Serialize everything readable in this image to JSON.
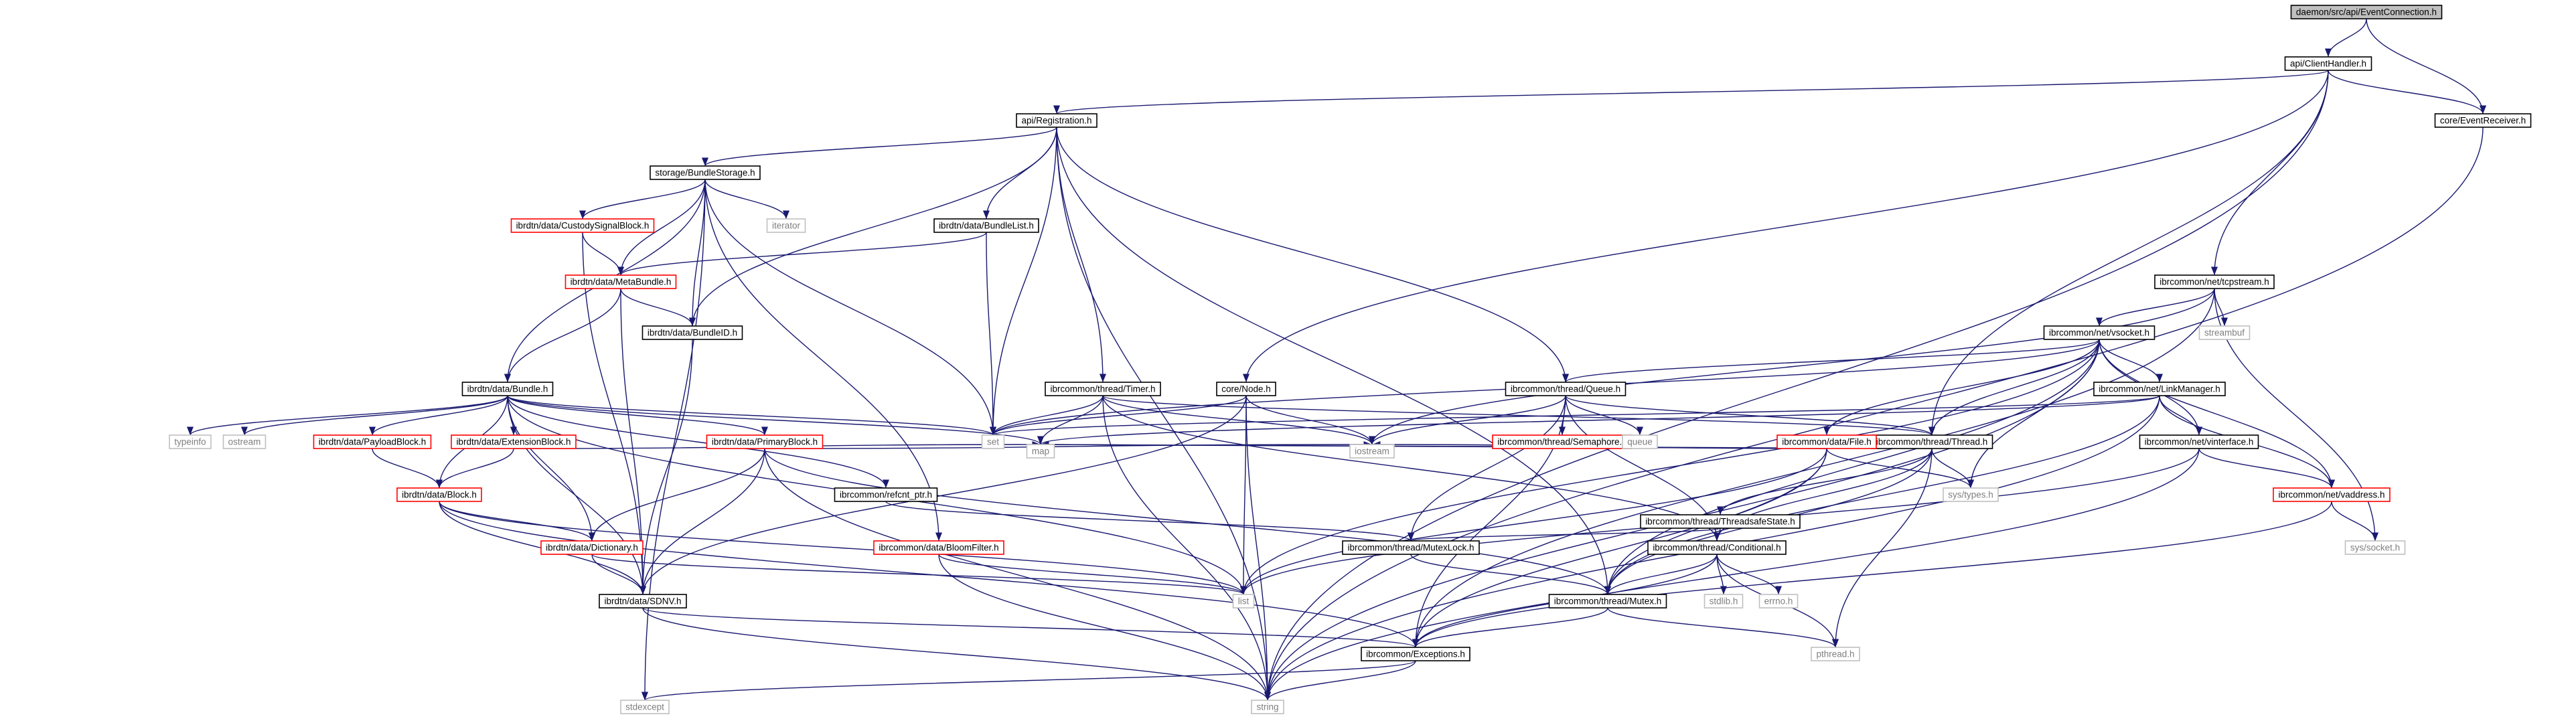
{
  "colors": {
    "edge": "#191970",
    "box_border": "#000000",
    "box_border_truncated": "#ff0000",
    "box_fill": "#ffffff",
    "root_fill": "#bfbfbf",
    "external_border": "#bfbfbf",
    "external_text": "#7f7f7f",
    "text": "#000000"
  },
  "nodes": [
    {
      "id": "root",
      "label": "daemon/src/api/EventConnection.h",
      "style": "root"
    },
    {
      "id": "clienthandler",
      "label": "api/ClientHandler.h",
      "style": "normal"
    },
    {
      "id": "registration",
      "label": "api/Registration.h",
      "style": "normal"
    },
    {
      "id": "eventreceiver",
      "label": "core/EventReceiver.h",
      "style": "normal"
    },
    {
      "id": "bundlestorage",
      "label": "storage/BundleStorage.h",
      "style": "normal"
    },
    {
      "id": "custodysignal",
      "label": "ibrdtn/data/CustodySignalBlock.h",
      "style": "truncated"
    },
    {
      "id": "iterator",
      "label": "iterator",
      "style": "external"
    },
    {
      "id": "bundlelist",
      "label": "ibrdtn/data/BundleList.h",
      "style": "normal"
    },
    {
      "id": "metabundle",
      "label": "ibrdtn/data/MetaBundle.h",
      "style": "truncated"
    },
    {
      "id": "tcpstream",
      "label": "ibrcommon/net/tcpstream.h",
      "style": "normal"
    },
    {
      "id": "streambuf",
      "label": "streambuf",
      "style": "external"
    },
    {
      "id": "bundleid",
      "label": "ibrdtn/data/BundleID.h",
      "style": "normal"
    },
    {
      "id": "vsocket",
      "label": "ibrcommon/net/vsocket.h",
      "style": "normal"
    },
    {
      "id": "bundle",
      "label": "ibrdtn/data/Bundle.h",
      "style": "normal"
    },
    {
      "id": "timer",
      "label": "ibrcommon/thread/Timer.h",
      "style": "normal"
    },
    {
      "id": "node",
      "label": "core/Node.h",
      "style": "normal"
    },
    {
      "id": "queue",
      "label": "ibrcommon/thread/Queue.h",
      "style": "normal"
    },
    {
      "id": "linkmanager",
      "label": "ibrcommon/net/LinkManager.h",
      "style": "normal"
    },
    {
      "id": "typeinfo",
      "label": "typeinfo",
      "style": "external"
    },
    {
      "id": "ostream",
      "label": "ostream",
      "style": "external"
    },
    {
      "id": "payloadblock",
      "label": "ibrdtn/data/PayloadBlock.h",
      "style": "truncated"
    },
    {
      "id": "extensionblock",
      "label": "ibrdtn/data/ExtensionBlock.h",
      "style": "truncated"
    },
    {
      "id": "primaryblock",
      "label": "ibrdtn/data/PrimaryBlock.h",
      "style": "truncated"
    },
    {
      "id": "set",
      "label": "set",
      "style": "external"
    },
    {
      "id": "semaphore",
      "label": "ibrcommon/thread/Semaphore.h",
      "style": "truncated"
    },
    {
      "id": "queuestd",
      "label": "queue",
      "style": "external"
    },
    {
      "id": "thread",
      "label": "ibrcommon/thread/Thread.h",
      "style": "normal"
    },
    {
      "id": "vinterface",
      "label": "ibrcommon/net/vinterface.h",
      "style": "normal"
    },
    {
      "id": "file",
      "label": "ibrcommon/data/File.h",
      "style": "truncated"
    },
    {
      "id": "map",
      "label": "map",
      "style": "external"
    },
    {
      "id": "iostream",
      "label": "iostream",
      "style": "external"
    },
    {
      "id": "block",
      "label": "ibrdtn/data/Block.h",
      "style": "truncated"
    },
    {
      "id": "refcnt",
      "label": "ibrcommon/refcnt_ptr.h",
      "style": "normal"
    },
    {
      "id": "systypes",
      "label": "sys/types.h",
      "style": "external"
    },
    {
      "id": "vaddress",
      "label": "ibrcommon/net/vaddress.h",
      "style": "truncated"
    },
    {
      "id": "threadsafe",
      "label": "ibrcommon/thread/ThreadsafeState.h",
      "style": "normal"
    },
    {
      "id": "dictionary",
      "label": "ibrdtn/data/Dictionary.h",
      "style": "truncated"
    },
    {
      "id": "bloomfilter",
      "label": "ibrcommon/data/BloomFilter.h",
      "style": "truncated"
    },
    {
      "id": "mutexlock",
      "label": "ibrcommon/thread/MutexLock.h",
      "style": "normal"
    },
    {
      "id": "conditional",
      "label": "ibrcommon/thread/Conditional.h",
      "style": "normal"
    },
    {
      "id": "syssocket",
      "label": "sys/socket.h",
      "style": "external"
    },
    {
      "id": "list",
      "label": "list",
      "style": "external"
    },
    {
      "id": "sdnv",
      "label": "ibrdtn/data/SDNV.h",
      "style": "normal"
    },
    {
      "id": "mutex",
      "label": "ibrcommon/thread/Mutex.h",
      "style": "normal"
    },
    {
      "id": "stdlib",
      "label": "stdlib.h",
      "style": "external"
    },
    {
      "id": "errno",
      "label": "errno.h",
      "style": "external"
    },
    {
      "id": "exceptions",
      "label": "ibrcommon/Exceptions.h",
      "style": "normal"
    },
    {
      "id": "pthread",
      "label": "pthread.h",
      "style": "external"
    },
    {
      "id": "stdexcept",
      "label": "stdexcept",
      "style": "external"
    },
    {
      "id": "string",
      "label": "string",
      "style": "external"
    }
  ],
  "edges": [
    [
      "root",
      "clienthandler"
    ],
    [
      "root",
      "eventreceiver"
    ],
    [
      "clienthandler",
      "registration"
    ],
    [
      "clienthandler",
      "eventreceiver"
    ],
    [
      "clienthandler",
      "node"
    ],
    [
      "clienthandler",
      "tcpstream"
    ],
    [
      "clienthandler",
      "thread"
    ],
    [
      "clienthandler",
      "string"
    ],
    [
      "registration",
      "bundlestorage"
    ],
    [
      "registration",
      "bundlelist"
    ],
    [
      "registration",
      "bundleid"
    ],
    [
      "registration",
      "timer"
    ],
    [
      "registration",
      "queue"
    ],
    [
      "registration",
      "set"
    ],
    [
      "registration",
      "mutex"
    ],
    [
      "registration",
      "string"
    ],
    [
      "bundlestorage",
      "custodysignal"
    ],
    [
      "bundlestorage",
      "metabundle"
    ],
    [
      "bundlestorage",
      "iterator"
    ],
    [
      "bundlestorage",
      "bundleid"
    ],
    [
      "bundlestorage",
      "bundle"
    ],
    [
      "bundlestorage",
      "set"
    ],
    [
      "bundlestorage",
      "bloomfilter"
    ],
    [
      "bundlestorage",
      "stdexcept"
    ],
    [
      "custodysignal",
      "metabundle"
    ],
    [
      "custodysignal",
      "sdnv"
    ],
    [
      "bundlelist",
      "metabundle"
    ],
    [
      "bundlelist",
      "set"
    ],
    [
      "metabundle",
      "bundleid"
    ],
    [
      "metabundle",
      "bundle"
    ],
    [
      "metabundle",
      "sdnv"
    ],
    [
      "bundleid",
      "sdnv"
    ],
    [
      "tcpstream",
      "vsocket"
    ],
    [
      "tcpstream",
      "streambuf"
    ],
    [
      "tcpstream",
      "syssocket"
    ],
    [
      "tcpstream",
      "iostream"
    ],
    [
      "tcpstream",
      "exceptions"
    ],
    [
      "vsocket",
      "linkmanager"
    ],
    [
      "vsocket",
      "vinterface"
    ],
    [
      "vsocket",
      "vaddress"
    ],
    [
      "vsocket",
      "queue"
    ],
    [
      "vsocket",
      "thread"
    ],
    [
      "vsocket",
      "file"
    ],
    [
      "vsocket",
      "set"
    ],
    [
      "vsocket",
      "systypes"
    ],
    [
      "vsocket",
      "list"
    ],
    [
      "vsocket",
      "mutex"
    ],
    [
      "vsocket",
      "string"
    ],
    [
      "bundle",
      "typeinfo"
    ],
    [
      "bundle",
      "ostream"
    ],
    [
      "bundle",
      "payloadblock"
    ],
    [
      "bundle",
      "extensionblock"
    ],
    [
      "bundle",
      "primaryblock"
    ],
    [
      "bundle",
      "set"
    ],
    [
      "bundle",
      "map"
    ],
    [
      "bundle",
      "block"
    ],
    [
      "bundle",
      "dictionary"
    ],
    [
      "bundle",
      "refcnt"
    ],
    [
      "bundle",
      "sdnv"
    ],
    [
      "bundle",
      "list"
    ],
    [
      "timer",
      "thread"
    ],
    [
      "timer",
      "set"
    ],
    [
      "timer",
      "map"
    ],
    [
      "timer",
      "iostream"
    ],
    [
      "timer",
      "conditional"
    ],
    [
      "timer",
      "string"
    ],
    [
      "node",
      "set"
    ],
    [
      "node",
      "iostream"
    ],
    [
      "node",
      "list"
    ],
    [
      "node",
      "sdnv"
    ],
    [
      "node",
      "string"
    ],
    [
      "queue",
      "semaphore"
    ],
    [
      "queue",
      "queuestd"
    ],
    [
      "queue",
      "thread"
    ],
    [
      "queue",
      "iostream"
    ],
    [
      "queue",
      "mutexlock"
    ],
    [
      "queue",
      "conditional"
    ],
    [
      "queue",
      "exceptions"
    ],
    [
      "linkmanager",
      "vinterface"
    ],
    [
      "linkmanager",
      "vaddress"
    ],
    [
      "linkmanager",
      "set"
    ],
    [
      "linkmanager",
      "map"
    ],
    [
      "linkmanager",
      "mutex"
    ],
    [
      "linkmanager",
      "string"
    ],
    [
      "payloadblock",
      "block"
    ],
    [
      "extensionblock",
      "block"
    ],
    [
      "extensionblock",
      "map"
    ],
    [
      "primaryblock",
      "dictionary"
    ],
    [
      "primaryblock",
      "sdnv"
    ],
    [
      "primaryblock",
      "iostream"
    ],
    [
      "primaryblock",
      "mutex"
    ],
    [
      "primaryblock",
      "string"
    ],
    [
      "thread",
      "map"
    ],
    [
      "thread",
      "systypes"
    ],
    [
      "thread",
      "threadsafe"
    ],
    [
      "thread",
      "conditional"
    ],
    [
      "thread",
      "mutex"
    ],
    [
      "thread",
      "pthread"
    ],
    [
      "vinterface",
      "vaddress"
    ],
    [
      "vinterface",
      "list"
    ],
    [
      "vinterface",
      "string"
    ],
    [
      "file",
      "systypes"
    ],
    [
      "file",
      "map"
    ],
    [
      "file",
      "iostream"
    ],
    [
      "file",
      "list"
    ],
    [
      "file",
      "exceptions"
    ],
    [
      "file",
      "mutex"
    ],
    [
      "block",
      "dictionary"
    ],
    [
      "block",
      "sdnv"
    ],
    [
      "block",
      "list"
    ],
    [
      "block",
      "exceptions"
    ],
    [
      "refcnt",
      "mutexlock"
    ],
    [
      "vaddress",
      "syssocket"
    ],
    [
      "vaddress",
      "exceptions"
    ],
    [
      "threadsafe",
      "conditional"
    ],
    [
      "threadsafe",
      "mutexlock"
    ],
    [
      "dictionary",
      "sdnv"
    ],
    [
      "dictionary",
      "list"
    ],
    [
      "bloomfilter",
      "list"
    ],
    [
      "bloomfilter",
      "string"
    ],
    [
      "mutexlock",
      "mutex"
    ],
    [
      "conditional",
      "mutex"
    ],
    [
      "conditional",
      "stdlib"
    ],
    [
      "conditional",
      "errno"
    ],
    [
      "conditional",
      "pthread"
    ],
    [
      "conditional",
      "exceptions"
    ],
    [
      "sdnv",
      "exceptions"
    ],
    [
      "sdnv",
      "string"
    ],
    [
      "mutex",
      "exceptions"
    ],
    [
      "mutex",
      "pthread"
    ],
    [
      "exceptions",
      "stdexcept"
    ],
    [
      "exceptions",
      "string"
    ],
    [
      "eventreceiver",
      "string"
    ]
  ]
}
